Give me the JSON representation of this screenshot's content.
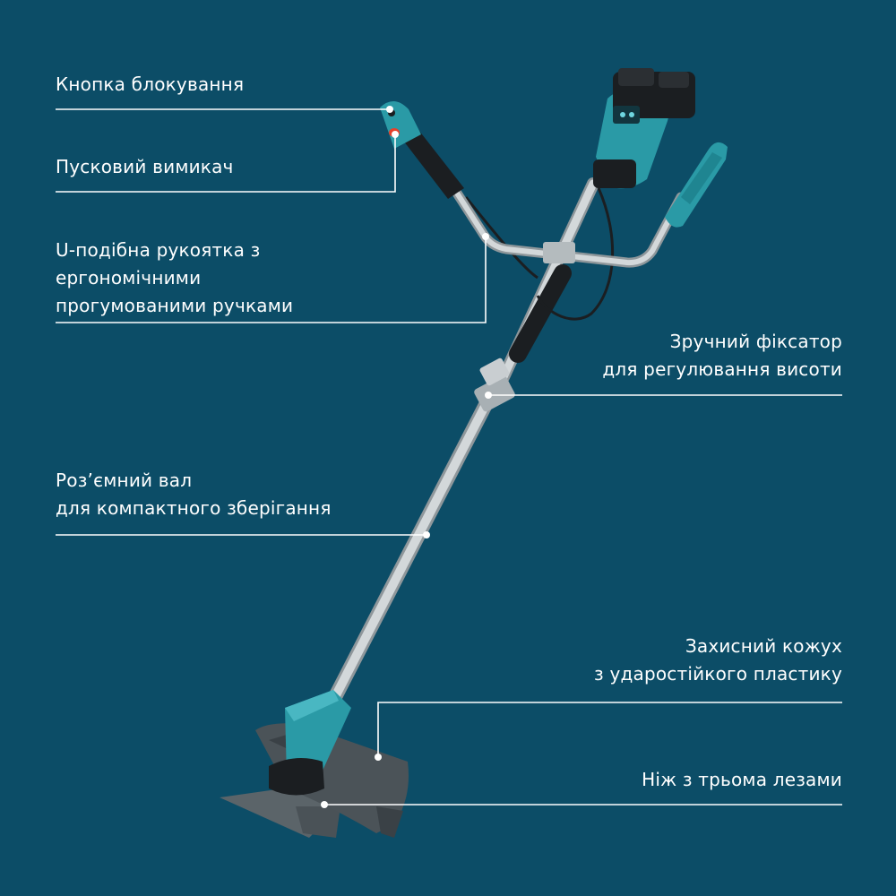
{
  "colors": {
    "background": "#0c4d67",
    "line": "#ffffff",
    "tool_accent": "#2a9aa6",
    "tool_dark": "#1b1e21",
    "shaft": "#c9ced1",
    "guard": "#4b5358",
    "blade": "#5b6469",
    "trigger": "#e6412b"
  },
  "callouts": [
    {
      "id": "lock-button",
      "lines": [
        "Кнопка блокування"
      ]
    },
    {
      "id": "trigger",
      "lines": [
        "Пусковий вимикач"
      ]
    },
    {
      "id": "u-handle",
      "lines": [
        "U-подібна рукоятка з",
        "ергономічними",
        "прогумованими ручками"
      ]
    },
    {
      "id": "height-lock",
      "lines": [
        "Зручний фіксатор",
        "для регулювання висоти"
      ]
    },
    {
      "id": "shaft",
      "lines": [
        "Роз’ємний вал",
        "для компактного зберігання"
      ]
    },
    {
      "id": "guard",
      "lines": [
        "Захисний кожух",
        "з ударостійкого пластику"
      ]
    },
    {
      "id": "blade",
      "lines": [
        "Ніж з трьома лезами"
      ]
    }
  ],
  "icons": {
    "tool": "brush-cutter-illustration"
  }
}
